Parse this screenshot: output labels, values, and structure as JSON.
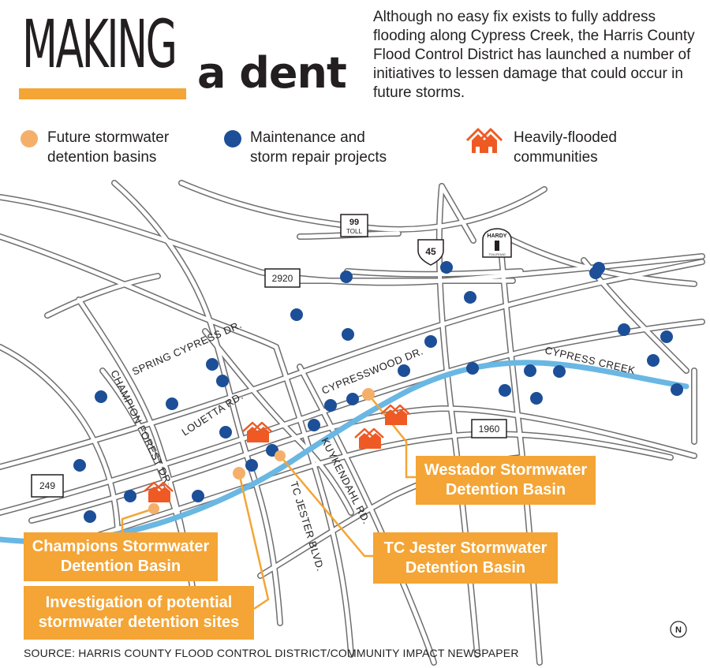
{
  "title": {
    "line1": "MAKING",
    "line2": "a dent"
  },
  "intro": "Although no easy fix exists to fully address flooding along Cypress Creek, the Harris County Flood Control District has launched a number of initiatives to lessen damage that could occur in future storms.",
  "legend": {
    "future": "Future stormwater\ndetention basins",
    "maintenance": "Maintenance and\nstorm repair projects",
    "flooded": "Heavily-flooded\ncommunities"
  },
  "roads": {
    "toll99_num": "99",
    "toll99_sub": "TOLL",
    "i45": "45",
    "hardy": "HARDY",
    "hardy_sub": "TOLLROAD",
    "fm2920": "2920",
    "fm1960": "1960",
    "sh249": "249",
    "spring_cypress": "SPRING CYPRESS DR.",
    "cypresswood": "CYPRESSWOOD DR.",
    "cypress_creek": "CYPRESS CREEK",
    "champion_forest": "CHAMPION FOREST DR.",
    "louetta": "LOUETTA RD.",
    "kuykendahl": "KUYKENDAHL RD.",
    "tc_jester": "TC JESTER BLVD."
  },
  "callouts": {
    "westador": "Westador Stormwater\nDetention Basin",
    "tc_jester": "TC Jester Stormwater\nDetention Basin",
    "champions": "Champions Stormwater\nDetention Basin",
    "investigation": "Investigation of potential\nstormwater detention sites"
  },
  "north_label": "N",
  "source": "SOURCE: HARRIS COUNTY FLOOD CONTROL DISTRICT/COMMUNITY IMPACT NEWSPAPER",
  "colors": {
    "creek": "#6ab7e3",
    "future_basin": "#f4b06a",
    "maintenance": "#1c4f97",
    "flooded": "#ef5a24",
    "callout": "#f4a535",
    "road": "#ffffff",
    "road_casing": "#6e6e6e"
  }
}
